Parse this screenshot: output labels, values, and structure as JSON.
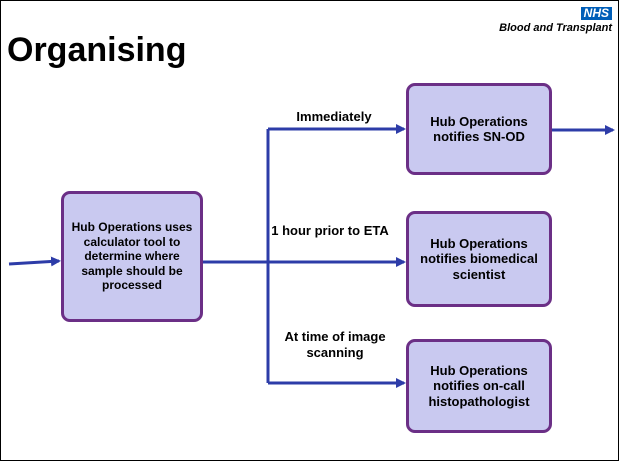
{
  "slide": {
    "title": "Organising",
    "logo": {
      "nhs": "NHS",
      "org": "Blood and Transplant",
      "colors": {
        "nhs_blue": "#005eb8"
      }
    }
  },
  "colors": {
    "box_fill": "#c9c9f0",
    "box_border": "#6b2f86",
    "arrow": "#2d3ca8"
  },
  "flow": {
    "start": "Hub Operations uses calculator tool to determine where sample should be processed",
    "branches": [
      {
        "label": "Immediately",
        "target": "Hub Operations notifies SN-OD"
      },
      {
        "label": "1 hour prior to ETA",
        "target": "Hub Operations notifies biomedical scientist"
      },
      {
        "label": "At time of image scanning",
        "target": "Hub Operations notifies on-call histopathologist"
      }
    ]
  }
}
